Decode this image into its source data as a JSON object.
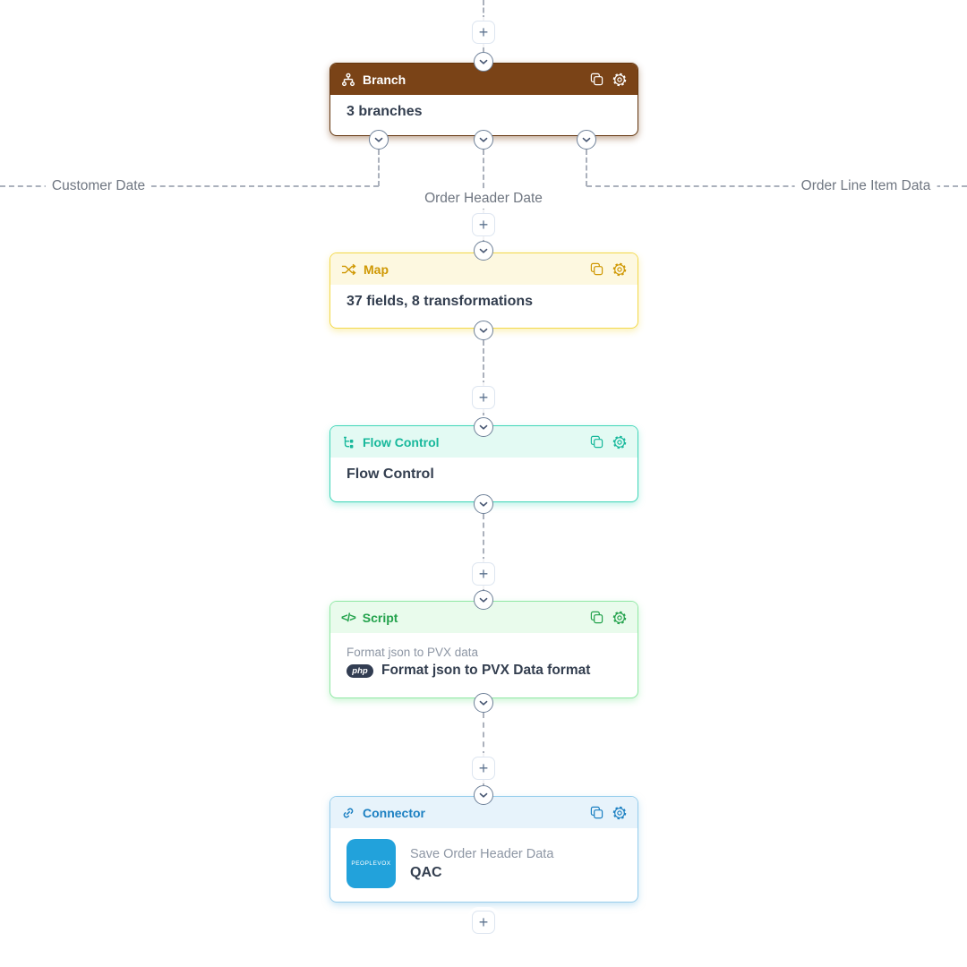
{
  "glyphs": {
    "plus": "+"
  },
  "branch_labels": [
    {
      "text": "Customer Date"
    },
    {
      "text": "Order Header Date"
    },
    {
      "text": "Order Line Item Data"
    }
  ],
  "nodes": [
    {
      "type": "branch",
      "title": "Branch",
      "body_title": "3 branches",
      "colors": {
        "accent": "#ffffff",
        "title": "#ffffff",
        "header_bg": "#7a4317",
        "border": "#64360f",
        "shadow": "rgba(122,67,23,0.45)"
      }
    },
    {
      "type": "map",
      "title": "Map",
      "body_title": "37 fields, 8 transformations",
      "colors": {
        "accent": "#cf9803",
        "title": "#cf9803",
        "header_bg": "#fdf8e0",
        "border": "#f3d94a",
        "shadow": "rgba(243,217,74,0.4)"
      }
    },
    {
      "type": "flow-control",
      "title": "Flow Control",
      "body_title": "Flow Control",
      "colors": {
        "accent": "#17b89b",
        "title": "#17b89b",
        "header_bg": "#e3faf3",
        "border": "#3fd6b8",
        "shadow": "rgba(63,214,184,0.35)"
      }
    },
    {
      "type": "script",
      "title": "Script",
      "body_subtitle": "Format json to PVX data",
      "badge": "php",
      "body_title": "Format json to PVX Data format",
      "colors": {
        "accent": "#23a24c",
        "title": "#23a24c",
        "header_bg": "#e9fbec",
        "border": "#90e8a4",
        "shadow": "rgba(144,232,164,0.45)"
      }
    },
    {
      "type": "connector",
      "title": "Connector",
      "logo_text": "PEOPLEVOX",
      "body_subtitle": "Save Order Header Data",
      "body_title": "QAC",
      "colors": {
        "accent": "#1c80c2",
        "title": "#1c80c2",
        "header_bg": "#e7f3fb",
        "border": "#96cdec",
        "shadow": "rgba(150,205,236,0.5)"
      }
    }
  ],
  "palette": {
    "dashed_line": "#abb1bc",
    "body_title_text": "#333e4f",
    "subtitle_text": "#8d96a4",
    "branch_label_text": "#6f7681",
    "php_badge_bg": "#323d52",
    "peoplevox_logo_bg": "#22a2db"
  }
}
